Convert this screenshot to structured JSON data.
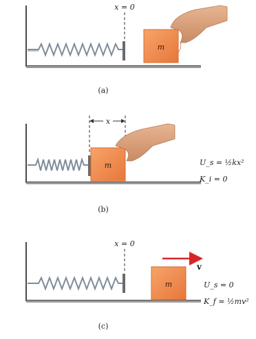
{
  "panels": [
    {
      "caption": "(a)",
      "x_label": "x = 0",
      "mass_label": "m"
    },
    {
      "caption": "(b)",
      "x_label": "x",
      "mass_label": "m",
      "energy_us": "U_s = ½kx²",
      "energy_ki": "K_i = 0"
    },
    {
      "caption": "(c)",
      "x_label": "x = 0",
      "mass_label": "m",
      "velocity_label": "v",
      "energy_us": "U_s = 0",
      "energy_kf": "K_f = ½mv²"
    }
  ],
  "colors": {
    "block": "#f08a4b",
    "block_edge": "#d9692c",
    "spring": "#7f8c9a",
    "wall": "#4a4a4a",
    "hand": "#d9a07a",
    "arrow": "#d9252a"
  }
}
